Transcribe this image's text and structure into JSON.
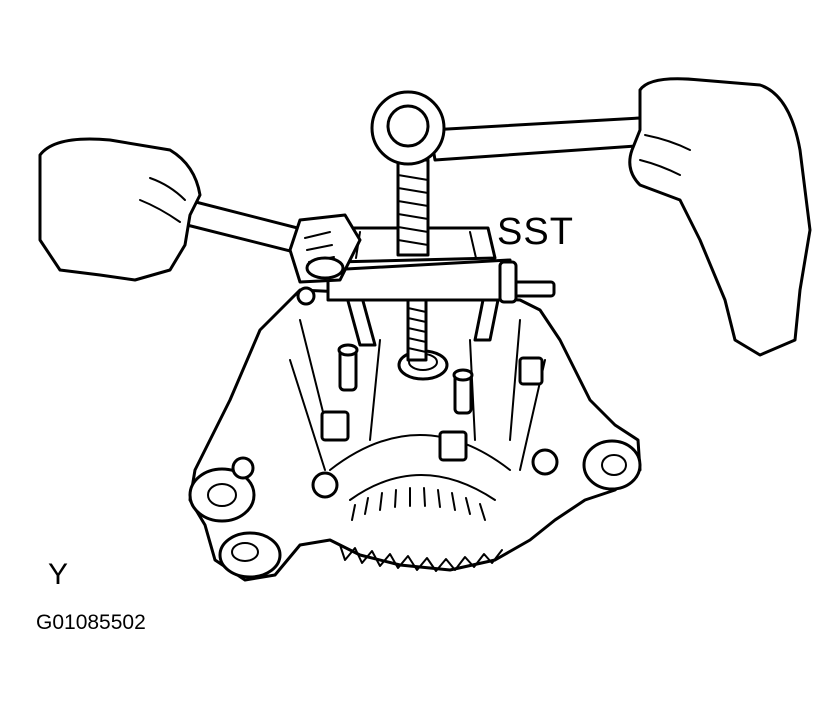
{
  "callouts": {
    "sst": "SST",
    "view_marker": "Y",
    "figure_code": "G01085502"
  },
  "colors": {
    "ink": "#000000",
    "paper": "#ffffff"
  },
  "icons": [
    "left-hand-icon",
    "right-hand-icon",
    "adjustable-wrench-icon",
    "box-end-wrench-icon",
    "puller-sst-icon",
    "alternator-icon"
  ]
}
